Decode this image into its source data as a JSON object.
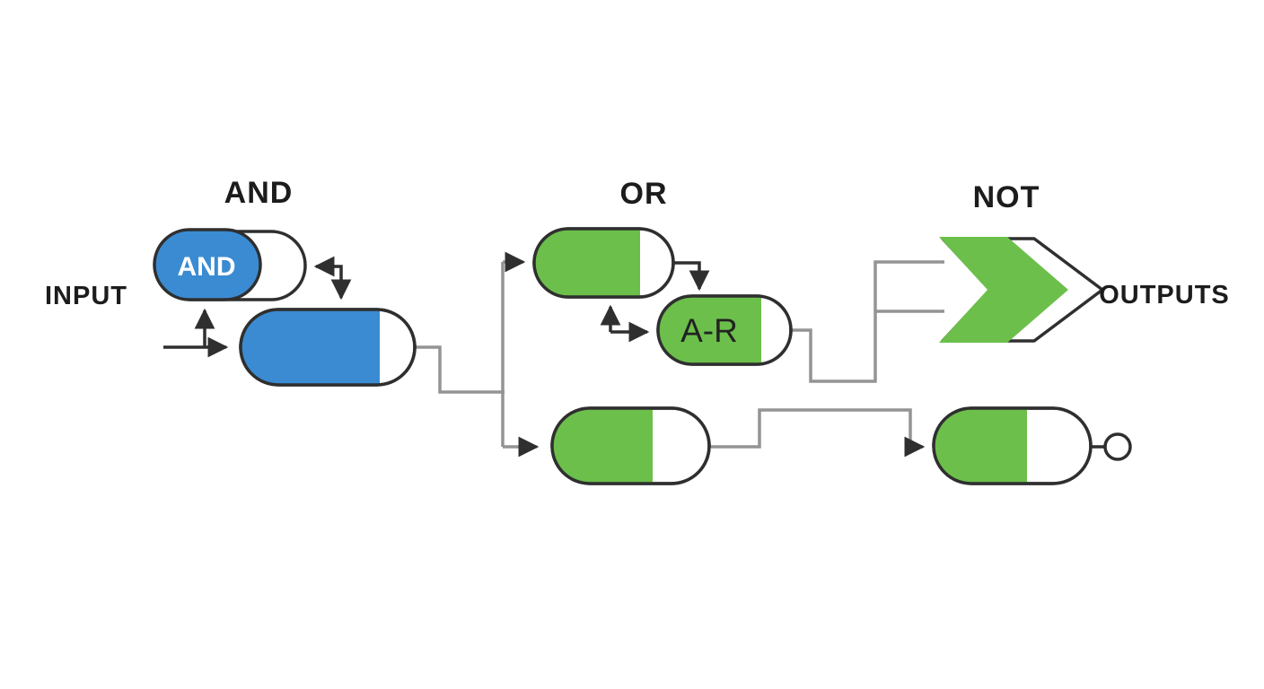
{
  "diagram": {
    "sections": {
      "and": {
        "title": "AND"
      },
      "or": {
        "title": "OR"
      },
      "not": {
        "title": "NOT"
      }
    },
    "labels": {
      "input": "INPUT",
      "outputs": "OUTPUTS"
    },
    "nodes": {
      "and_pill": "AND",
      "ar_pill": "A-R"
    },
    "colors": {
      "blue": "#3a8bd2",
      "green": "#6cbf4b",
      "outline": "#2f2f2f",
      "wire": "#949494",
      "text": "#1c1c1c"
    }
  }
}
